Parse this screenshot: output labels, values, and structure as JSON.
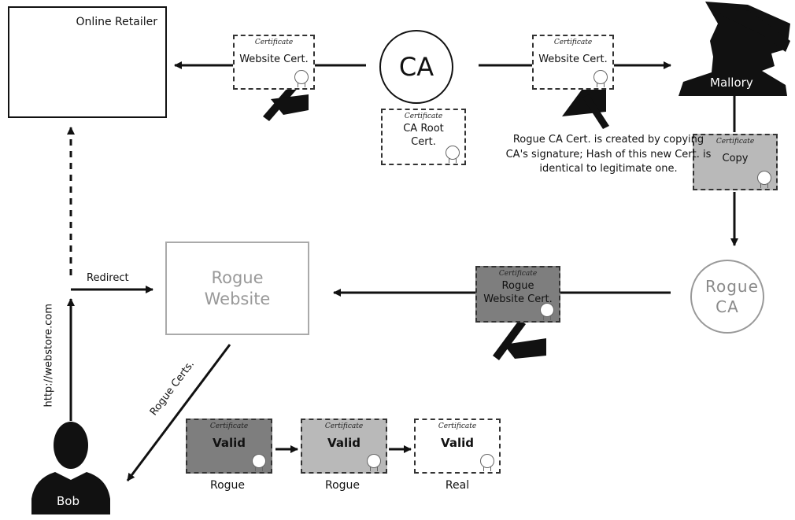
{
  "retailer": {
    "title": "Online Retailer"
  },
  "ca": {
    "label": "CA"
  },
  "certificates": {
    "cert_heading": "Certificate",
    "website_cert_left": "Website Cert.",
    "website_cert_right": "Website Cert.",
    "ca_root": "CA Root Cert.",
    "copy": "Copy",
    "rogue_website_cert": "Rogue Website Cert.",
    "valid": "Valid"
  },
  "mallory": {
    "name": "Mallory"
  },
  "bob": {
    "name": "Bob"
  },
  "note": "Rogue CA Cert. is created by copying CA's signature; Hash of this new Cert. is identical to legitimate one.",
  "rogue_ca": {
    "label": "Rogue CA"
  },
  "rogue_website": {
    "label": "Rogue Website"
  },
  "edges": {
    "redirect": "Redirect",
    "url": "http://webstore.com",
    "rogue_certs": "Rogue Certs."
  },
  "chain": {
    "captions": [
      "Rogue",
      "Rogue",
      "Real"
    ]
  },
  "colors": {
    "rogue_dark": "#7e7e7e",
    "rogue_gray": "#b9b9b9",
    "rogue_text": "#999999"
  }
}
